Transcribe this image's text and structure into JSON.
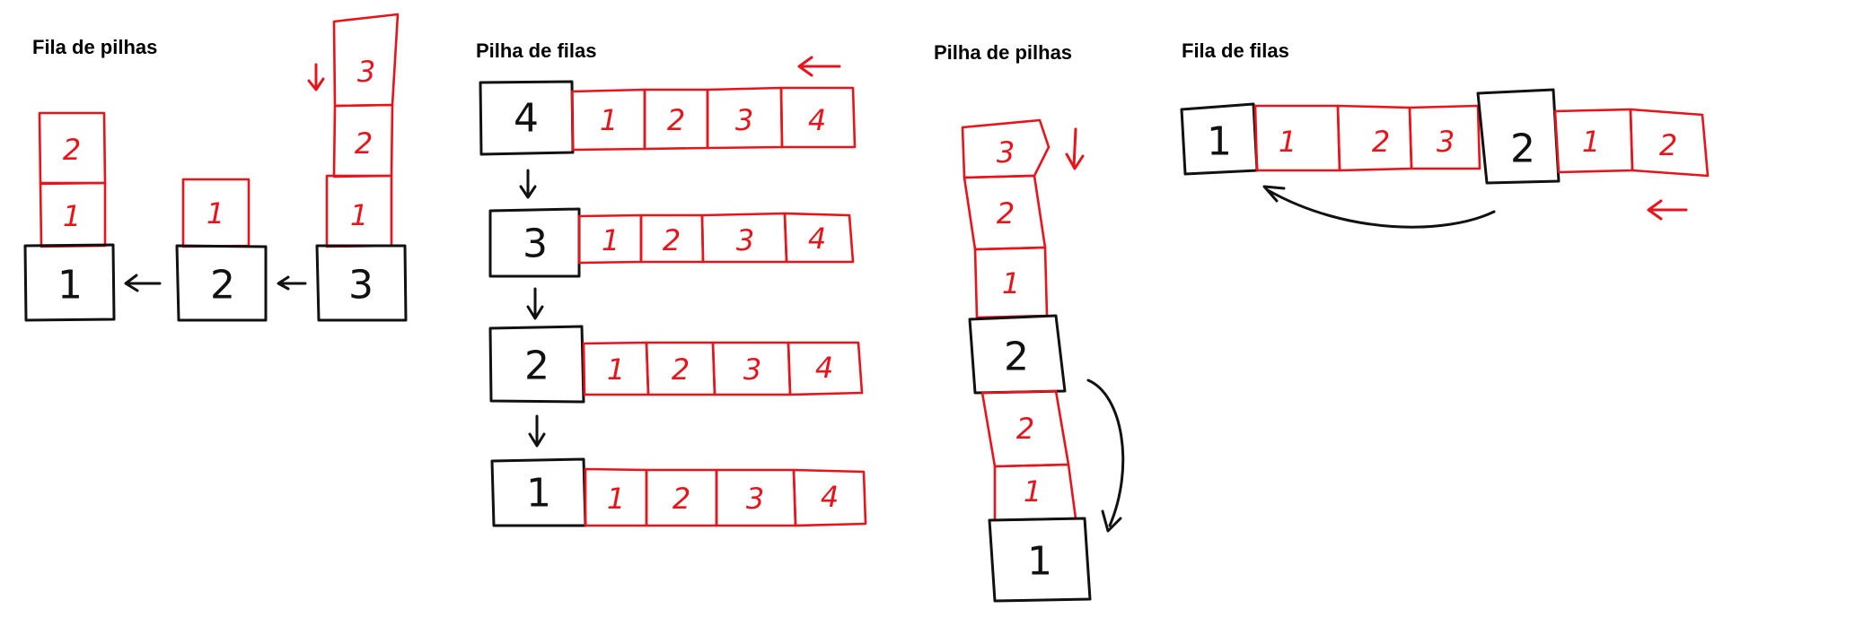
{
  "diagrams": {
    "fila_de_pilhas": {
      "title": "Fila de pilhas",
      "queue_nodes": [
        "1",
        "2",
        "3"
      ],
      "stacks": [
        [
          "1",
          "2"
        ],
        [
          "1"
        ],
        [
          "1",
          "2",
          "3"
        ]
      ]
    },
    "pilha_de_filas": {
      "title": "Pilha de filas",
      "stack_nodes": [
        "4",
        "3",
        "2",
        "1"
      ],
      "queue_items": [
        "1",
        "2",
        "3",
        "4"
      ]
    },
    "pilha_de_pilhas": {
      "title": "Pilha de pilhas",
      "stack_nodes": [
        "2",
        "1"
      ],
      "upper_stack": [
        "1",
        "2",
        "3"
      ],
      "lower_stack": [
        "1",
        "2"
      ]
    },
    "fila_de_filas": {
      "title": "Fila de filas",
      "queue_nodes": [
        "1",
        "2"
      ],
      "first_queue": [
        "1",
        "2",
        "3"
      ],
      "second_queue": [
        "1",
        "2"
      ]
    }
  }
}
